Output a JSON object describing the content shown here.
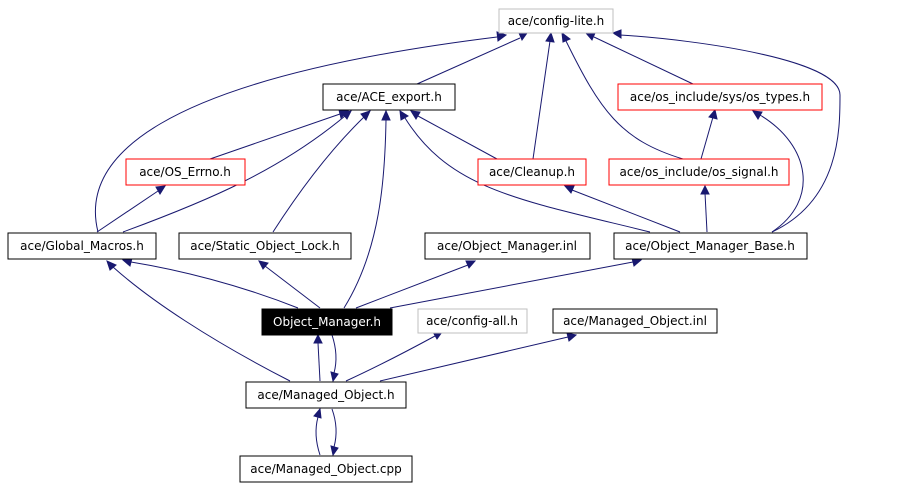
{
  "graph": {
    "nodes": {
      "config_lite": "ace/config-lite.h",
      "ace_export": "ace/ACE_export.h",
      "os_types": "ace/os_include/sys/os_types.h",
      "os_errno": "ace/OS_Errno.h",
      "cleanup": "ace/Cleanup.h",
      "os_signal": "ace/os_include/os_signal.h",
      "global_macros": "ace/Global_Macros.h",
      "static_object_lock": "ace/Static_Object_Lock.h",
      "object_manager_inl": "ace/Object_Manager.inl",
      "object_manager_base": "ace/Object_Manager_Base.h",
      "object_manager": "Object_Manager.h",
      "config_all": "ace/config-all.h",
      "managed_object_inl": "ace/Managed_Object.inl",
      "managed_object_h": "ace/Managed_Object.h",
      "managed_object_cpp": "ace/Managed_Object.cpp"
    },
    "colors": {
      "edge": "#191970",
      "normal_border": "#000000",
      "external_border": "#bfbfbf",
      "incomplete_border": "#ff0000",
      "focus_fill": "#000000",
      "focus_text": "#ffffff"
    }
  }
}
